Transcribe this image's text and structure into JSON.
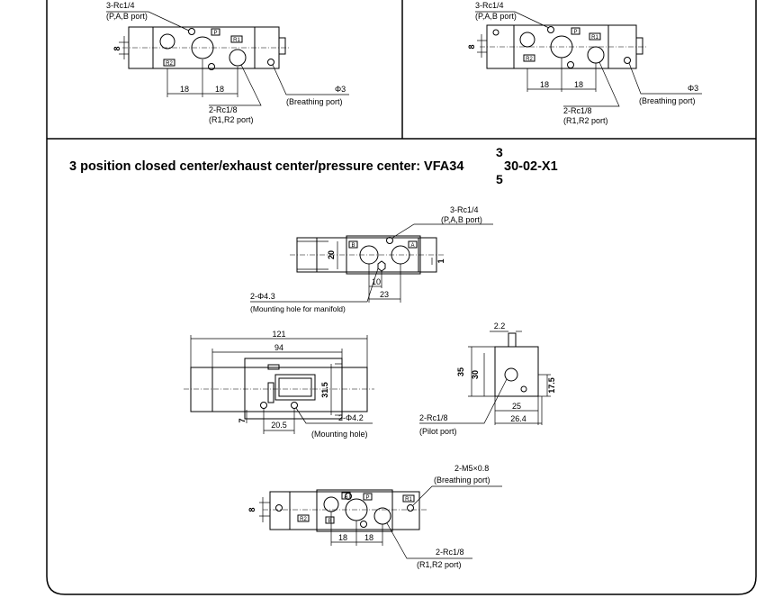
{
  "top_left": {
    "port_main": "3-Rc1/4",
    "port_main_desc": "(P,A,B port)",
    "dim_height": "8",
    "dim_a": "18",
    "dim_b": "18",
    "port_exhaust": "2-Rc1/8",
    "port_exhaust_desc": "(R1,R2 port)",
    "breathing_dia": "Φ3",
    "breathing_desc": "(Breathing port)",
    "box_p": "P",
    "box_r1": "R1",
    "box_r2": "R2"
  },
  "top_right": {
    "port_main": "3-Rc1/4",
    "port_main_desc": "(P,A,B port)",
    "dim_height": "8",
    "dim_a": "18",
    "dim_b": "18",
    "port_exhaust": "2-Rc1/8",
    "port_exhaust_desc": "(R1,R2 port)",
    "breathing_dia": "Φ3",
    "breathing_desc": "(Breathing port)",
    "box_p": "P",
    "box_r1": "R1",
    "box_r2": "R2"
  },
  "section": {
    "title": "3 position closed center/exhaust center/pressure center: VFA34",
    "model_variant_top": "3",
    "model_suffix": "30-02-X1",
    "model_variant_bottom": "5"
  },
  "top_view": {
    "port_main": "3-Rc1/4",
    "port_main_desc": "(P,A,B port)",
    "dim_height": "20",
    "dim_small": "1",
    "dim_10": "10",
    "dim_23": "23",
    "mount_hole": "2-Φ4.3",
    "mount_desc": "(Mounting hole for manifold)",
    "box_b": "B",
    "box_a": "A"
  },
  "front_view": {
    "dim_total": "121",
    "dim_body": "94",
    "dim_height": "31.5",
    "dim_7": "7",
    "dim_offset": "20.5",
    "mount_hole": "2-Φ4.2",
    "mount_desc": "(Mounting hole)"
  },
  "end_view": {
    "dim_top": "2.2",
    "dim_h35": "35",
    "dim_h30": "30",
    "dim_h175": "17.5",
    "dim_w25": "25",
    "dim_w264": "26.4",
    "pilot_port": "2-Rc1/8",
    "pilot_desc": "(Pilot port)"
  },
  "bottom_view": {
    "breathing": "2-M5×0.8",
    "breathing_desc": "(Breathing port)",
    "dim_height": "8",
    "dim_a": "18",
    "dim_b": "18",
    "port_exhaust": "2-Rc1/8",
    "port_exhaust_desc": "(R1,R2 port)",
    "box_b": "B",
    "box_a": "A",
    "box_p": "P",
    "box_r1": "R1",
    "box_r2": "R2"
  }
}
